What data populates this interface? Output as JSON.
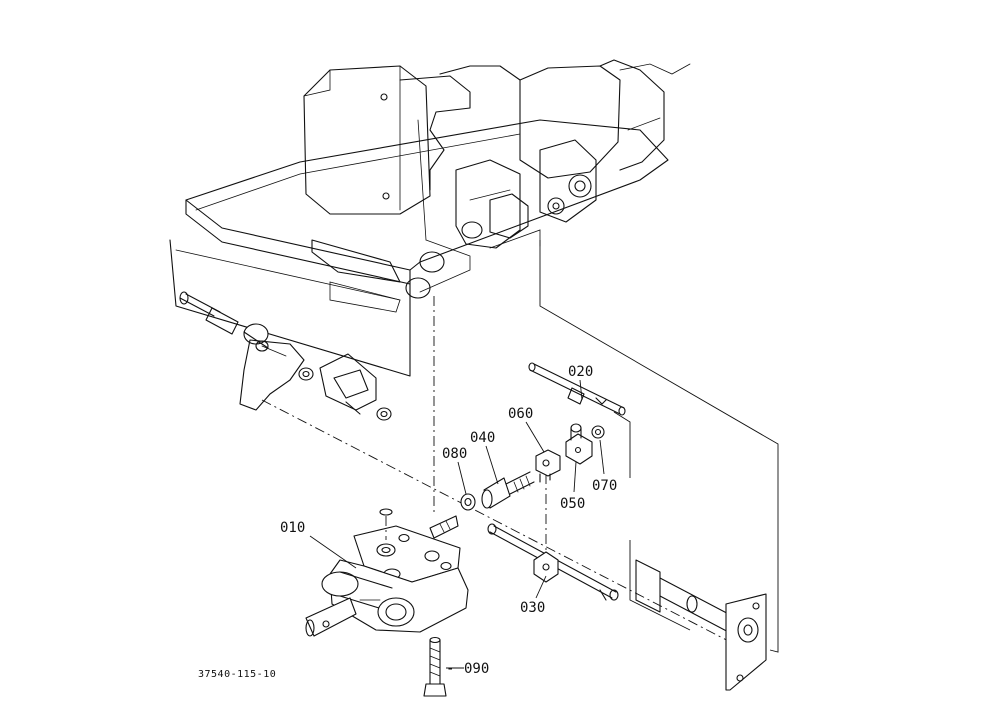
{
  "drawing": {
    "reference_code": "37540-115-10"
  },
  "parts": {
    "p010": "010",
    "p020": "020",
    "p030": "030",
    "p040": "040",
    "p050": "050",
    "p060": "060",
    "p070": "070",
    "p080": "080",
    "p090": "090"
  }
}
